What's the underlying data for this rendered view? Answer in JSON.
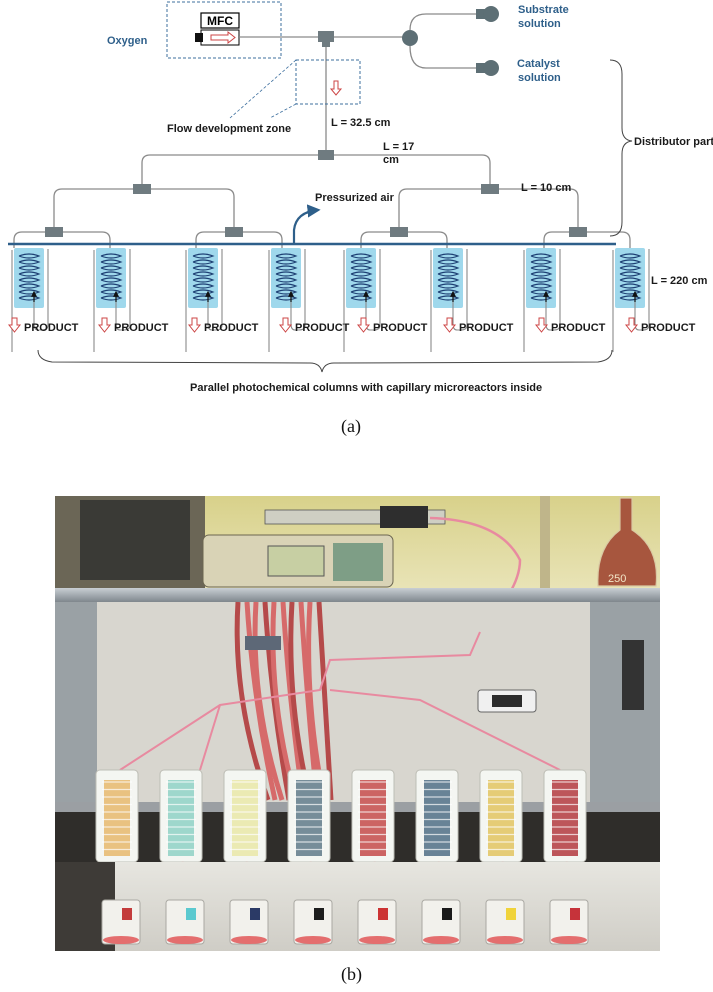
{
  "diagram": {
    "oxygen": "Oxygen",
    "mfc": "MFC",
    "substrate_line1": "Substrate",
    "substrate_line2": "solution",
    "catalyst_line1": "Catalyst",
    "catalyst_line2": "solution",
    "flow_zone": "Flow development zone",
    "len_main": "L = 32.5 cm",
    "len_17_line1": "L = 17",
    "len_17_line2": "cm",
    "len_10": "L = 10 cm",
    "distributor": "Distributor part",
    "pressurized_air": "Pressurized air",
    "len_220": "L = 220 cm",
    "product_label": "PRODUCT",
    "columns_caption": "Parallel photochemical columns with capillary microreactors inside",
    "caption_a": "(a)"
  },
  "photo": {
    "flask_mark": "250",
    "caption_b": "(b)"
  },
  "colors": {
    "tube_gray": "#8a8a8a",
    "tube_blue": "#2e5f8a",
    "column_blue": "#9fd8ec",
    "coil": "#1d3f73",
    "product_arrow": "#cc4444",
    "label_blue": "#2e5f8a"
  }
}
